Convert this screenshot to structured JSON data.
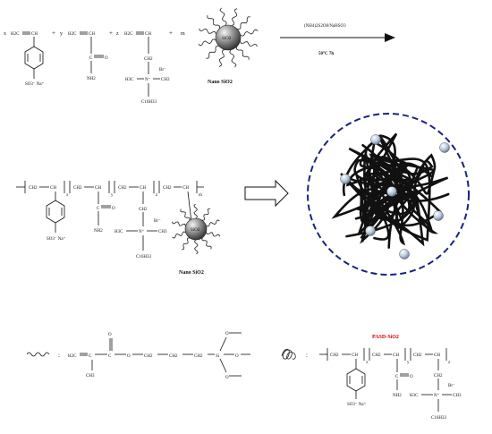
{
  "reaction": {
    "coef_x": "x",
    "coef_y": "y",
    "coef_z": "z",
    "coef_m": "m",
    "plus": "+",
    "reagent_label": "(NH4)2S2O8/NaHSO3",
    "condition_label": "50°C  7h",
    "nano_label": "Nano SiO2",
    "sio2_label": "SiO2"
  },
  "monomer_ss": {
    "vinyl_left": "H2C",
    "vinyl_right": "CH",
    "sulfonate": "SO3⁻ Na⁺"
  },
  "monomer_am": {
    "vinyl_left": "H2C",
    "vinyl_right": "CH",
    "carbon": "C",
    "oxygen": "O",
    "amine": "NH2"
  },
  "monomer_quat": {
    "vinyl_left": "H2C",
    "vinyl_right": "CH",
    "ch2": "CH2",
    "methyl_left": "H3C",
    "nitrogen": "N⁺",
    "methyl_right": "CH3",
    "bromide": "Br⁻",
    "alkyl": "C16H33"
  },
  "polymer": {
    "backbone": [
      "CH2",
      "CH",
      "CH2",
      "CH",
      "CH2",
      "CH",
      "CH2",
      "CH"
    ],
    "subscripts": [
      "x",
      "y",
      "z",
      "m"
    ],
    "sulfonate": "SO3⁻ Na⁺",
    "carbon": "C",
    "oxygen": "O",
    "amine": "NH2",
    "ch2": "CH2",
    "methyl_left": "H3C",
    "nitrogen": "N⁺",
    "methyl_right": "CH3",
    "bromide": "Br⁻",
    "alkyl": "C16H33",
    "nano_label": "Nano SiO2",
    "sio2_label": "SiO2"
  },
  "silane": {
    "colon": ":",
    "h2c": "H2C",
    "c": "C",
    "o_top": "O",
    "o": "O",
    "ch2": [
      "CH2",
      "CH2",
      "CH2"
    ],
    "si": "Si",
    "methyl": "CH3",
    "ome_top": "O",
    "ome_bottom": "O"
  },
  "legend": {
    "colon": ":",
    "product_label": "PASD-SiO2",
    "backbone": [
      "CH2",
      "CH",
      "CH2",
      "CH",
      "CH2",
      "CH"
    ],
    "subscripts": [
      "x",
      "y",
      "z"
    ],
    "sulfonate": "SO3⁻ Na⁺",
    "carbon": "C",
    "oxygen": "O",
    "amine": "NH2",
    "ch2": "CH2",
    "methyl_left": "H3C",
    "nitrogen": "N⁺",
    "methyl_right": "CH3",
    "bromide": "Br⁻",
    "alkyl": "C16H33"
  },
  "colors": {
    "ink": "#111111",
    "dashed_circle": "#1a237e",
    "product_label": "#d00000",
    "sphere_light": "#f4f4f4",
    "sphere_dark": "#3a3a3a",
    "nanoparticle": "#b8c8dc"
  }
}
